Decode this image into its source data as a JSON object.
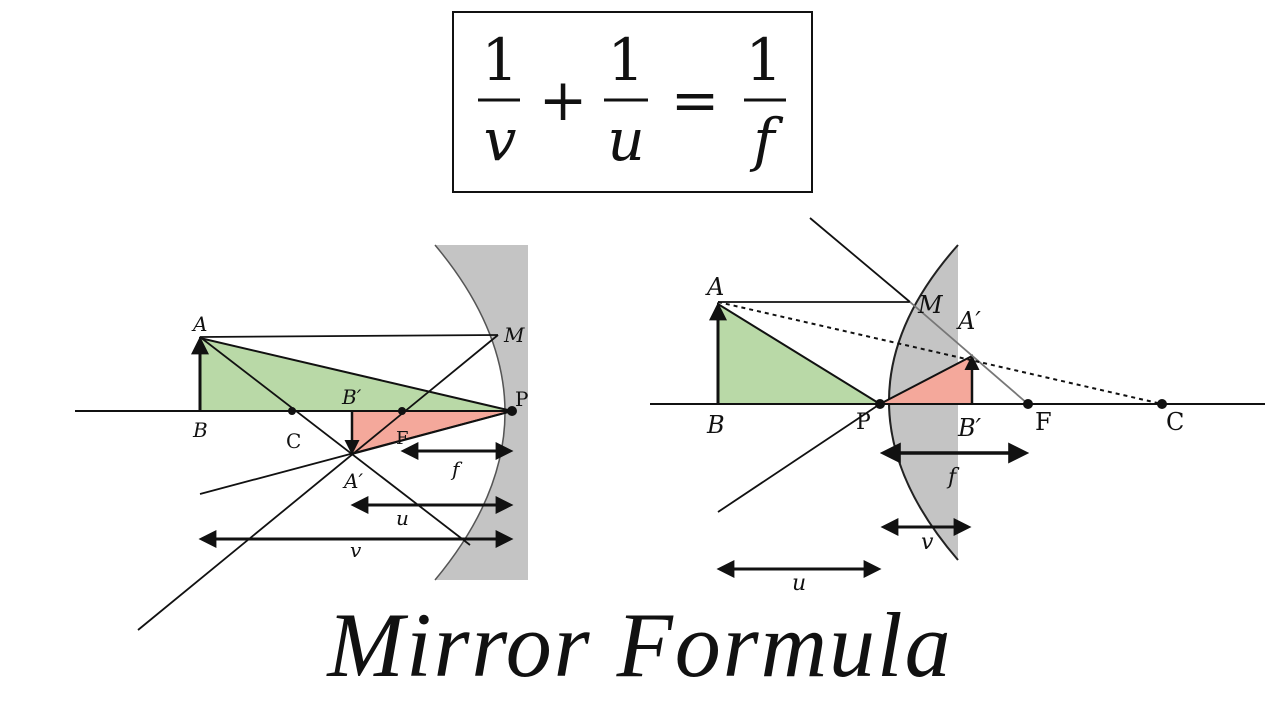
{
  "title": "Mirror Formula",
  "formula": {
    "terms": [
      {
        "numerator": "1",
        "denominator": "v"
      },
      {
        "numerator": "1",
        "denominator": "u"
      },
      {
        "numerator": "1",
        "denominator": "f"
      }
    ],
    "plus": "+",
    "equals": "="
  },
  "concave": {
    "labels": {
      "A": "A",
      "B": "B",
      "C": "C",
      "F": "F",
      "P": "P",
      "M": "M",
      "A_img": "A′",
      "B_img": "B′",
      "f": "f",
      "u": "u",
      "v": "v"
    }
  },
  "convex": {
    "labels": {
      "A": "A",
      "B": "B",
      "C": "C",
      "F": "F",
      "P": "P",
      "M": "M",
      "A_img": "A′",
      "B_img": "B′",
      "f": "f",
      "u": "u",
      "v": "v"
    }
  },
  "colors": {
    "object_triangle": "#b9d9a7",
    "image_triangle": "#f4a89b",
    "mirror": "#c4c4c4",
    "line": "#111111"
  }
}
